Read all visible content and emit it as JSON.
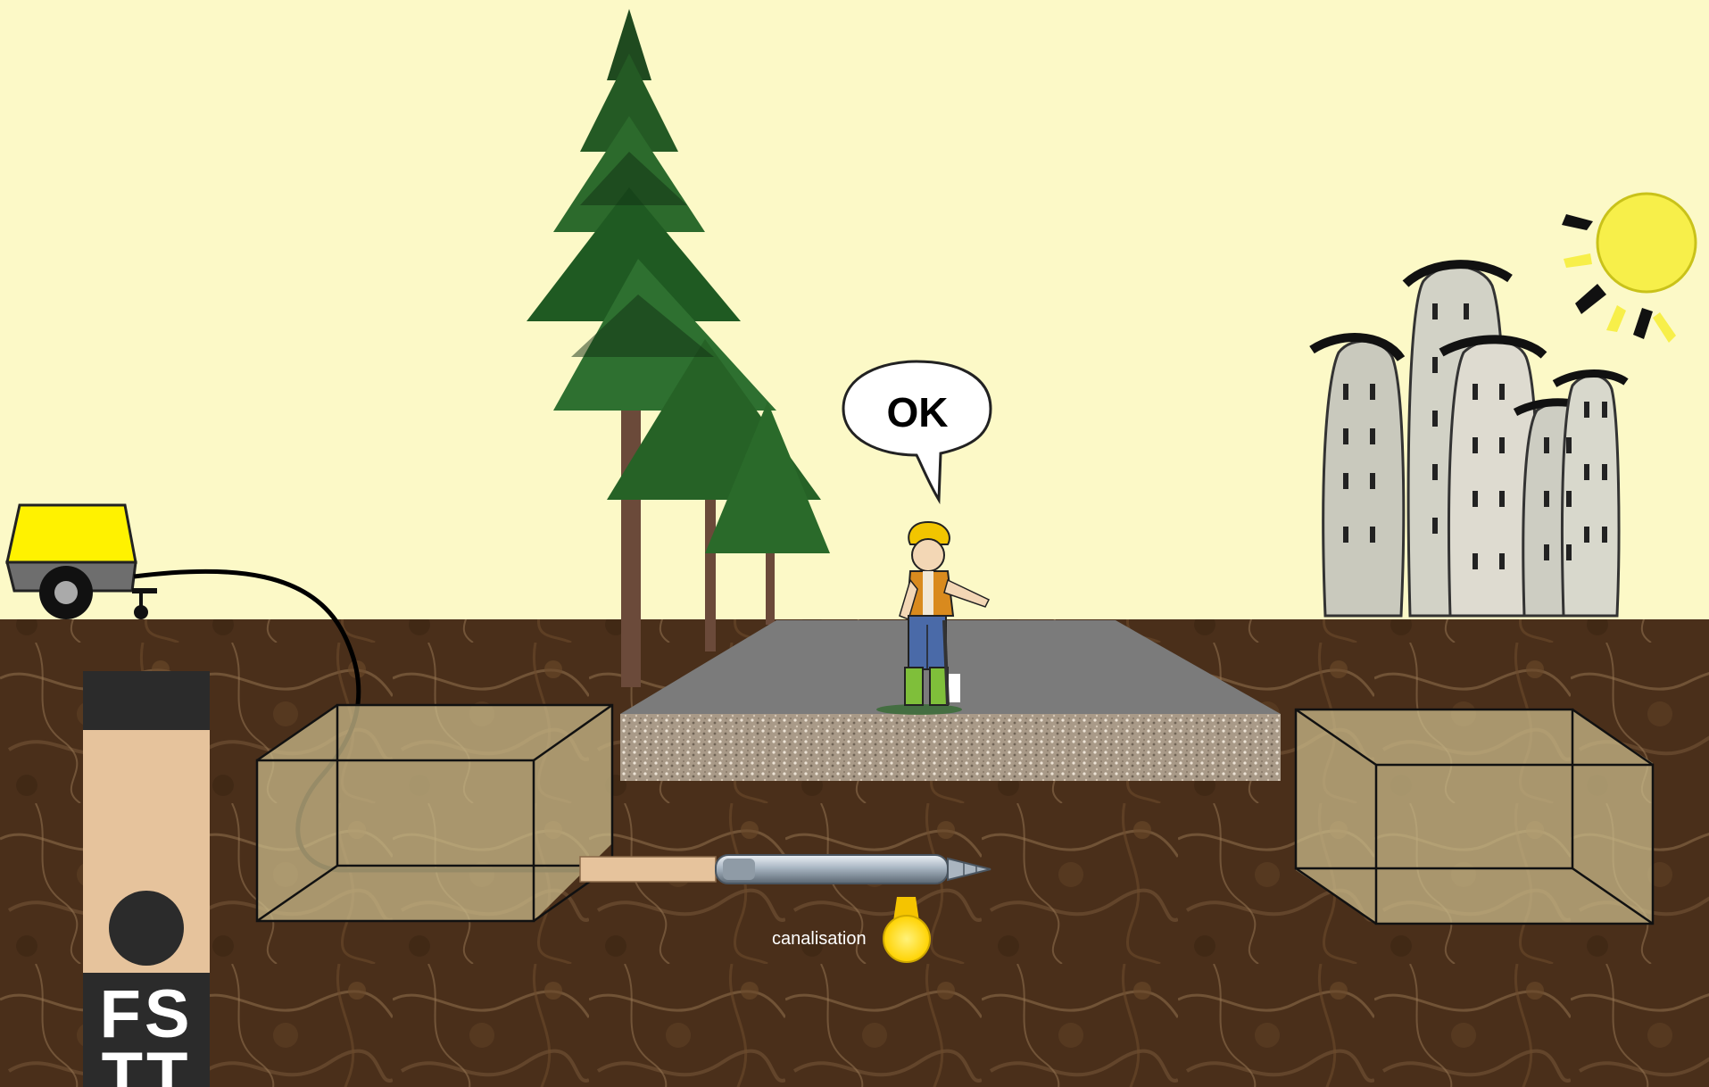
{
  "speech_bubble": {
    "text": "OK"
  },
  "pipe": {
    "label": "canalisation"
  },
  "logo": {
    "line1": "FS",
    "line2": "TT"
  },
  "colors": {
    "sky": "#fcf9c7",
    "soil": "#4a2f1a",
    "road": "#7b7b7b",
    "gravel": "#a99a88",
    "compressor": "#fff200",
    "pipe_glow": "#ffee00",
    "pit": "#c9b98a",
    "totem": "#e6c39c",
    "totem_dark": "#2b2b2b"
  },
  "icons": [
    "compressor-icon",
    "tree-icon",
    "worker-icon",
    "sun-icon",
    "buildings-icon",
    "impact-mole-icon",
    "pipe-light-icon"
  ]
}
